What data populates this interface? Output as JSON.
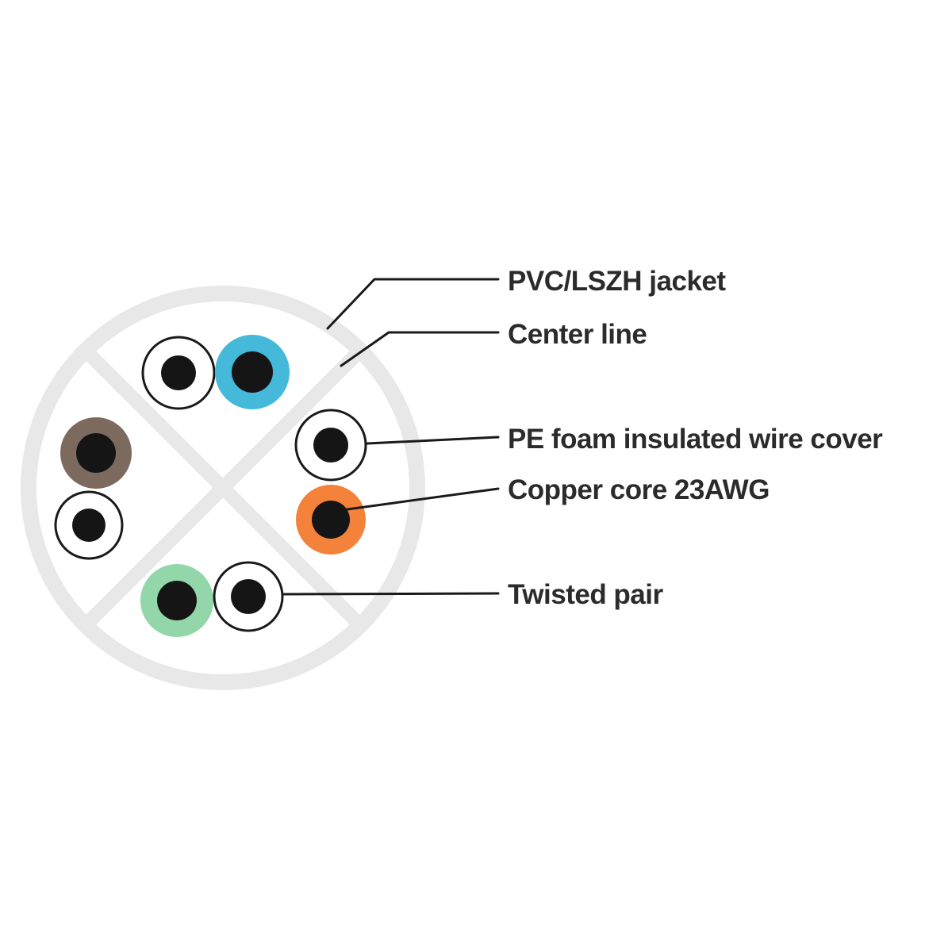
{
  "diagram": {
    "subject": "UTP network cable cross-section",
    "labels": {
      "jacket": "PVC/LSZH jacket",
      "center_line": "Center line",
      "pe_foam": "PE foam insulated wire cover",
      "copper_core": "Copper core 23AWG",
      "twisted_pair": "Twisted pair"
    },
    "colors": {
      "jacket_gray": "#e8e8e8",
      "wire_blue": "#45b9d9",
      "wire_brown": "#7d6a5f",
      "wire_orange": "#f5823a",
      "wire_green": "#92d6a9",
      "wire_white": "#ffffff",
      "wire_outline": "#1a1a1a",
      "core_black": "#151515",
      "leader_line": "#1a1a1a",
      "label_text": "#2b2b2b"
    },
    "pairs": [
      {
        "position": "top",
        "wires": [
          "white",
          "blue"
        ]
      },
      {
        "position": "left",
        "wires": [
          "brown",
          "white"
        ]
      },
      {
        "position": "right",
        "wires": [
          "white",
          "orange"
        ]
      },
      {
        "position": "bottom",
        "wires": [
          "green",
          "white"
        ]
      }
    ]
  }
}
